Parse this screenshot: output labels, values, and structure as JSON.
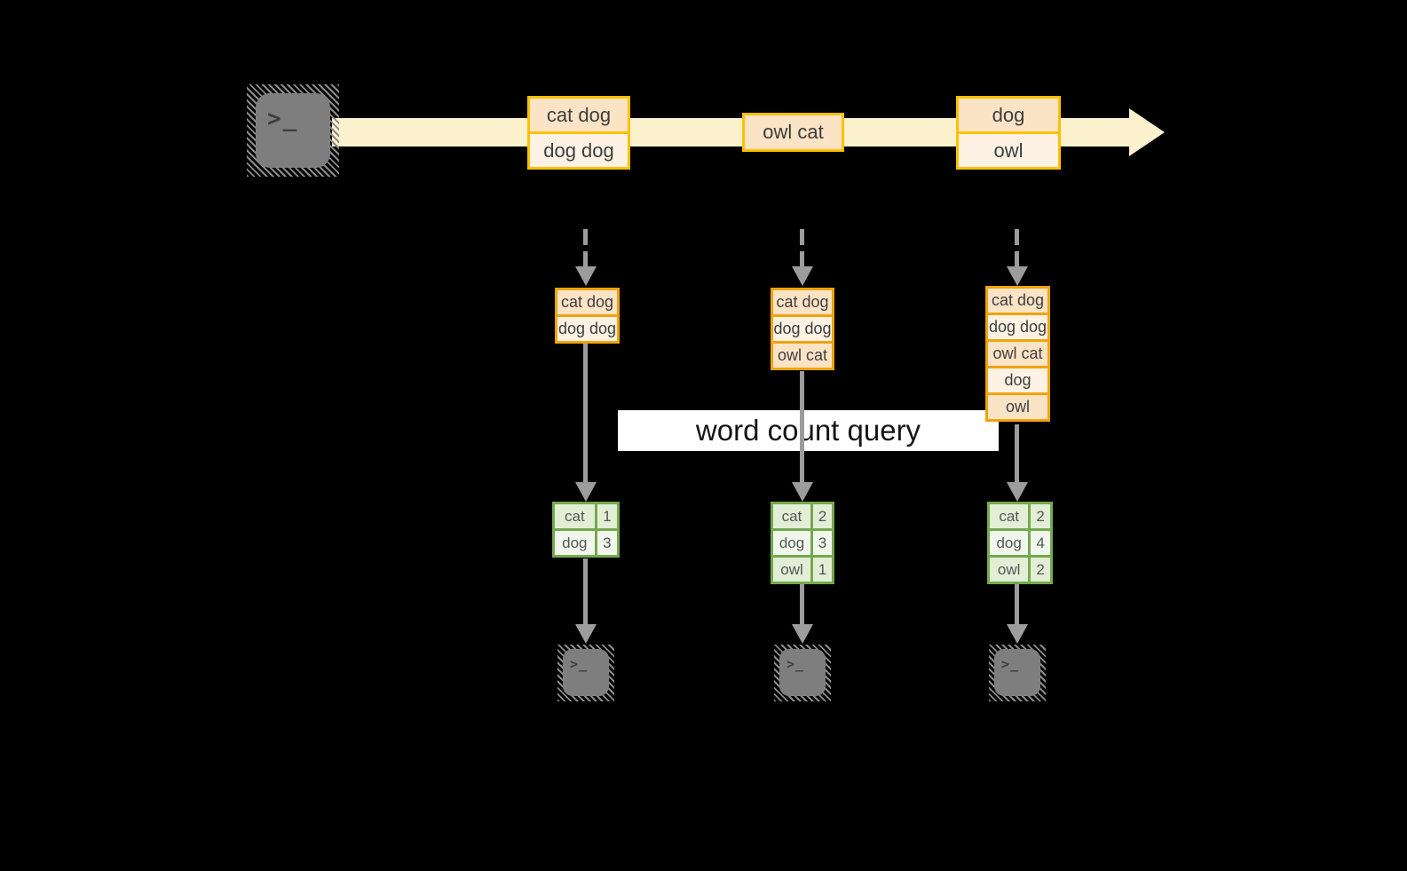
{
  "terminal_glyph": ">_",
  "stream": {
    "events": [
      [
        "cat dog",
        "dog dog"
      ],
      [
        "owl cat"
      ],
      [
        "dog",
        "owl"
      ]
    ]
  },
  "query": {
    "label": "word count query"
  },
  "columns": [
    {
      "batch": [
        "cat dog",
        "dog dog"
      ],
      "counts": [
        {
          "word": "cat",
          "count": "1"
        },
        {
          "word": "dog",
          "count": "3"
        }
      ]
    },
    {
      "batch": [
        "cat dog",
        "dog dog",
        "owl cat"
      ],
      "counts": [
        {
          "word": "cat",
          "count": "2"
        },
        {
          "word": "dog",
          "count": "3"
        },
        {
          "word": "owl",
          "count": "1"
        }
      ]
    },
    {
      "batch": [
        "cat dog",
        "dog dog",
        "owl cat",
        "dog",
        "owl"
      ],
      "counts": [
        {
          "word": "cat",
          "count": "2"
        },
        {
          "word": "dog",
          "count": "4"
        },
        {
          "word": "owl",
          "count": "2"
        }
      ]
    }
  ],
  "colors": {
    "stream_band": "#fcf1cd",
    "event_border": "#ffc000",
    "batch_border": "#f0a30a",
    "fill_dark": "#fbe3c6",
    "fill_light": "#fdf2e3",
    "table_border": "#74a94e",
    "table_fill_dark": "#e2eed6",
    "table_fill_light": "#f1f7ed",
    "arrow_gray": "#9c9c9c",
    "terminal_gray": "#7e7e7e"
  }
}
